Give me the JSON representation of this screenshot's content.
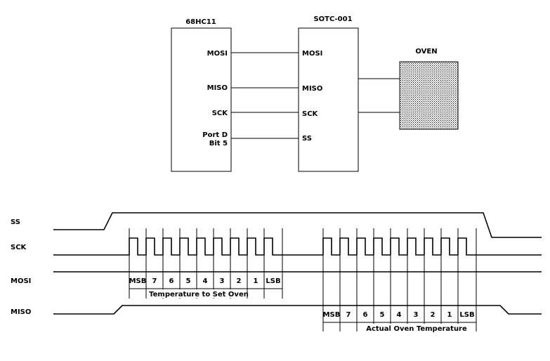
{
  "block_diagram": {
    "mcu": {
      "title": "68HC11",
      "pins": [
        "MOSI",
        "MISO",
        "SCK"
      ],
      "port_line1": "Port D",
      "port_line2": "Bit 5"
    },
    "controller": {
      "title": "SOTC-001",
      "pins": [
        "MOSI",
        "MISO",
        "SCK",
        "SS"
      ]
    },
    "oven": {
      "title": "OVEN",
      "fill": "#b0b0b0"
    }
  },
  "timing": {
    "signals": [
      "SS",
      "SCK",
      "MOSI",
      "MISO"
    ],
    "mosi_bits": [
      "MSB",
      "7",
      "6",
      "5",
      "4",
      "3",
      "2",
      "1",
      "LSB"
    ],
    "miso_bits": [
      "MSB",
      "7",
      "6",
      "5",
      "4",
      "3",
      "2",
      "1",
      "LSB"
    ],
    "mosi_caption": "Temperature to Set Oven",
    "miso_caption": "Actual Oven Temperature"
  }
}
